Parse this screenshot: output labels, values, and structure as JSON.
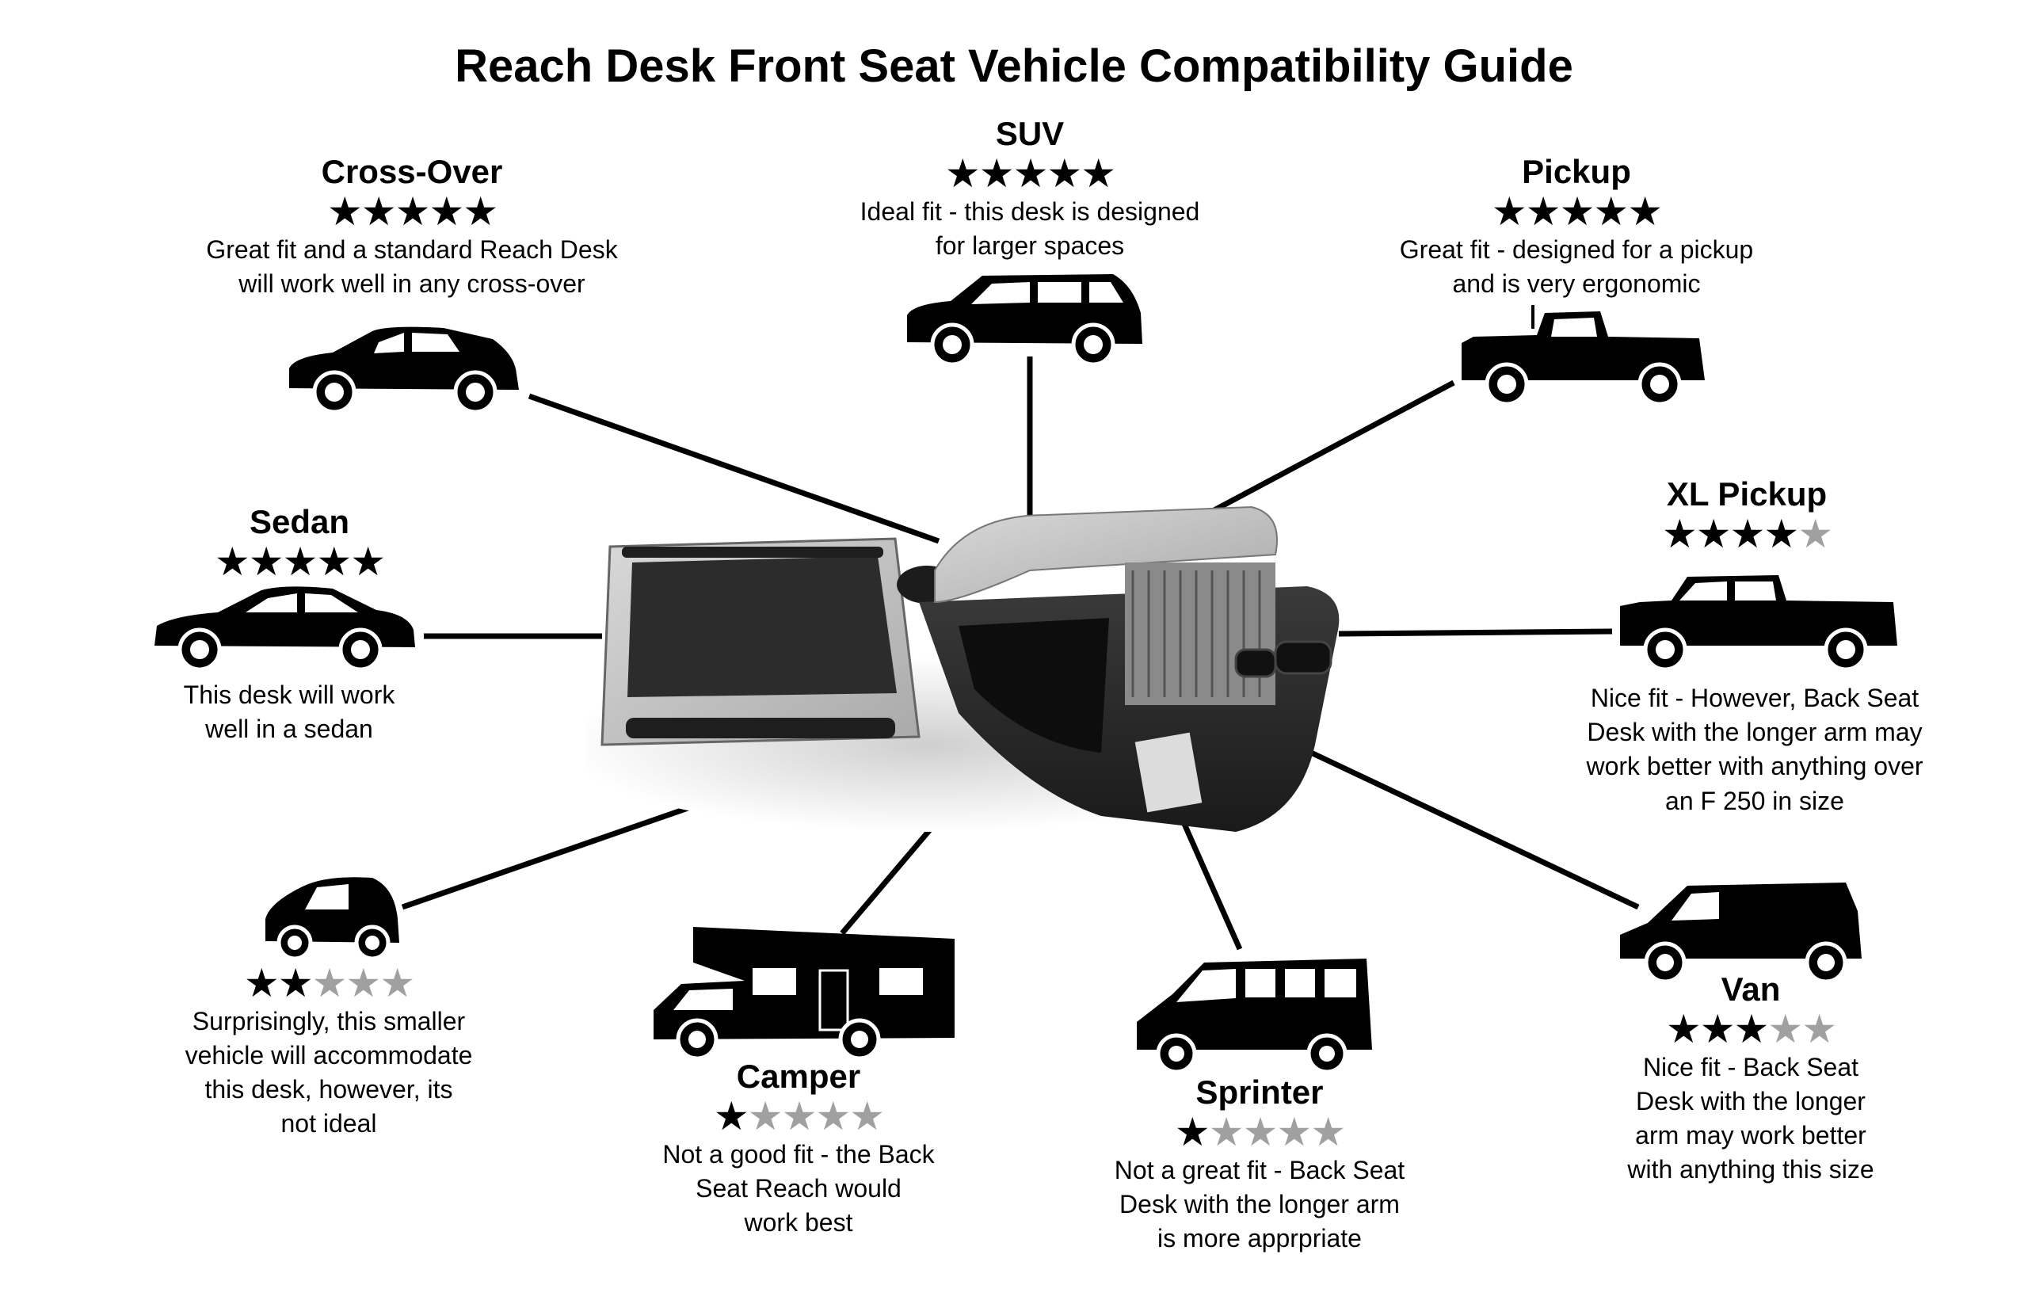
{
  "title": "Reach Desk Front Seat Vehicle Compatibility Guide",
  "colors": {
    "star_filled": "#000000",
    "star_empty": "#a0a0a0",
    "silhouette": "#000000",
    "connector": "#000000"
  },
  "vehicles": [
    {
      "id": "crossover",
      "name": "Cross-Over",
      "rating": 5,
      "max_rating": 5,
      "description": [
        "Great fit and a standard Reach Desk",
        "will work well in any cross-over"
      ]
    },
    {
      "id": "suv",
      "name": "SUV",
      "rating": 5,
      "max_rating": 5,
      "description": [
        "Ideal fit - this desk is designed",
        "for larger spaces"
      ]
    },
    {
      "id": "pickup",
      "name": "Pickup",
      "rating": 5,
      "max_rating": 5,
      "description": [
        "Great fit - designed for a pickup",
        "and is very ergonomic"
      ]
    },
    {
      "id": "sedan",
      "name": "Sedan",
      "rating": 5,
      "max_rating": 5,
      "description": [
        "This desk will work",
        "well in a sedan"
      ]
    },
    {
      "id": "xlpickup",
      "name": "XL Pickup",
      "rating": 4,
      "max_rating": 5,
      "description": [
        "Nice fit - However, Back Seat",
        "Desk with the longer arm may",
        "work better with anything over",
        "an F 250 in size"
      ]
    },
    {
      "id": "smallcar",
      "name": "",
      "rating": 2,
      "max_rating": 5,
      "description": [
        "Surprisingly, this smaller",
        "vehicle will accommodate",
        "this desk, however, its",
        "not ideal"
      ]
    },
    {
      "id": "camper",
      "name": "Camper",
      "rating": 1,
      "max_rating": 5,
      "description": [
        "Not a good fit - the Back",
        "Seat Reach would",
        "work best"
      ]
    },
    {
      "id": "sprinter",
      "name": "Sprinter",
      "rating": 1,
      "max_rating": 5,
      "description": [
        "Not a great fit - Back Seat",
        "Desk with the longer arm",
        "is more apprpriate"
      ]
    },
    {
      "id": "van",
      "name": "Van",
      "rating": 3,
      "max_rating": 5,
      "description": [
        "Nice fit - Back Seat",
        "Desk with the longer",
        "arm may work better",
        "with anything this size"
      ]
    }
  ]
}
